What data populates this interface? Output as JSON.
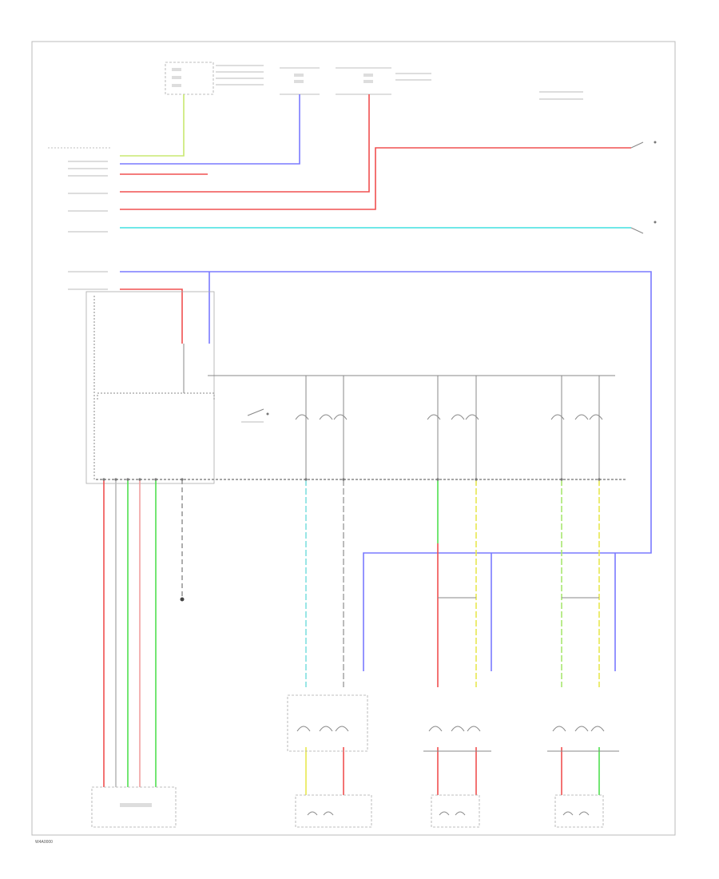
{
  "diagram": {
    "page_code": "W4A0000",
    "colors": {
      "ground_wire": "#999999",
      "ignition_wire": "#c8e870",
      "accessory_wire": "#7a7aff",
      "battery_wire": "#f05050",
      "signal_wire": "#40e0e0",
      "lock_wire": "#5858ff",
      "green_wire": "#50e050",
      "yellow_wire": "#e8e850",
      "pink_wire": "#f0a0a0",
      "frame": "#bbbbbb"
    },
    "fuse_blocks": [
      {
        "id": "fuse-block-left",
        "icon": "fuse-icon"
      },
      {
        "id": "fuse-block-mid",
        "icon": "fuse-icon"
      },
      {
        "id": "fuse-block-right",
        "icon": "fuse-icon"
      }
    ],
    "components": [
      {
        "id": "bcm",
        "icon": "module-icon"
      },
      {
        "id": "driver-lock-switch",
        "icon": "switch-icon"
      },
      {
        "id": "passenger-door-switch",
        "icon": "switch-icon"
      },
      {
        "id": "left-rear-door-switch",
        "icon": "switch-icon"
      },
      {
        "id": "right-rear-door-switch",
        "icon": "switch-icon"
      },
      {
        "id": "passenger-lock-actuator",
        "icon": "motor-icon"
      },
      {
        "id": "left-rear-lock-actuator",
        "icon": "motor-icon"
      },
      {
        "id": "right-rear-lock-actuator",
        "icon": "motor-icon"
      },
      {
        "id": "driver-lock-actuator",
        "icon": "motor-icon"
      },
      {
        "id": "ground-point",
        "icon": "ground-icon"
      }
    ]
  }
}
